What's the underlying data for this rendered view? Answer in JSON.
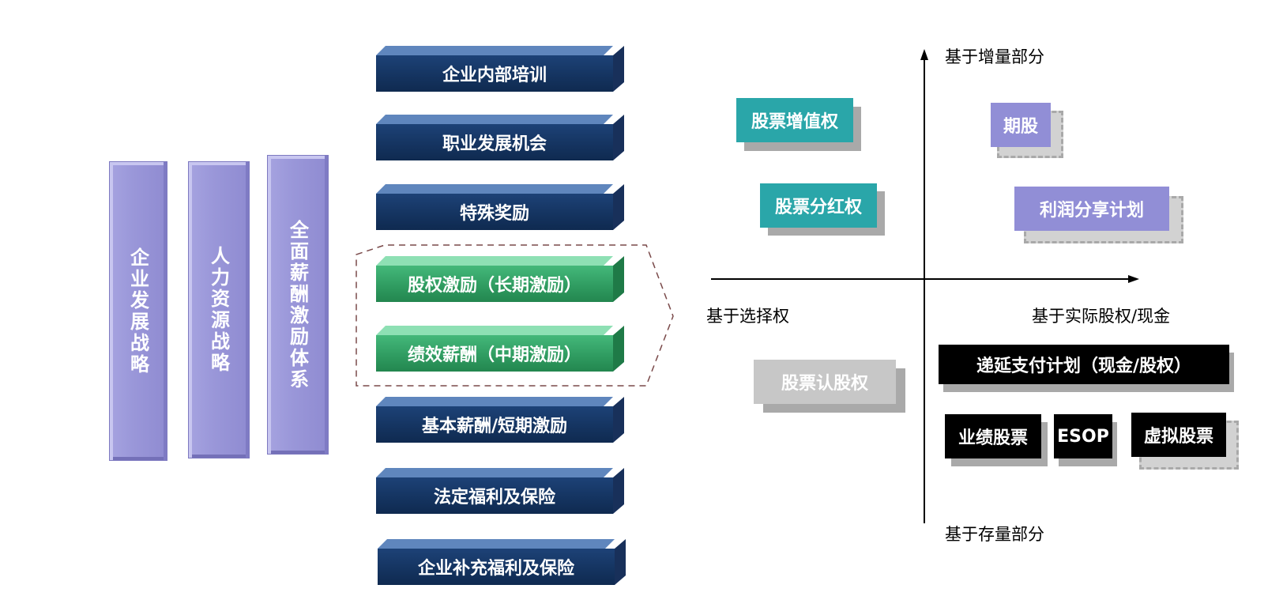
{
  "pillars": [
    {
      "label": "企业发展战略"
    },
    {
      "label": "人力资源战略"
    },
    {
      "label": "全面薪酬激励体系"
    }
  ],
  "bars": [
    {
      "label": "企业内部培训",
      "variant": "blue"
    },
    {
      "label": "职业发展机会",
      "variant": "blue"
    },
    {
      "label": "特殊奖励",
      "variant": "blue"
    },
    {
      "label": "股权激励（长期激励）",
      "variant": "green"
    },
    {
      "label": "绩效薪酬（中期激励）",
      "variant": "green"
    },
    {
      "label": "基本薪酬/短期激励",
      "variant": "blue"
    },
    {
      "label": "法定福利及保险",
      "variant": "blue"
    },
    {
      "label": "企业补充福利及保险",
      "variant": "blue"
    }
  ],
  "quadrant": {
    "axis_top": "基于增量部分",
    "axis_bottom": "基于存量部分",
    "axis_left": "基于选择权",
    "axis_right": "基于实际股权/现金",
    "boxes": {
      "stock_appreciation": "股票增值权",
      "stock_dividend": "股票分红权",
      "stock_option": "股票认股权",
      "futures": "期股",
      "profit_sharing": "利润分享计划",
      "deferred_payment": "递延支付计划（现金/股权）",
      "performance_stock": "业绩股票",
      "esop": "ESOP",
      "virtual_stock": "虚拟股票"
    }
  },
  "colors": {
    "pillar": "#9a97d9",
    "bar_blue": "#14335f",
    "bar_green": "#2e9a5f",
    "teal": "#2aa6a9",
    "purple": "#918ed6",
    "grey": "#c7c7c7",
    "black": "#000000"
  }
}
